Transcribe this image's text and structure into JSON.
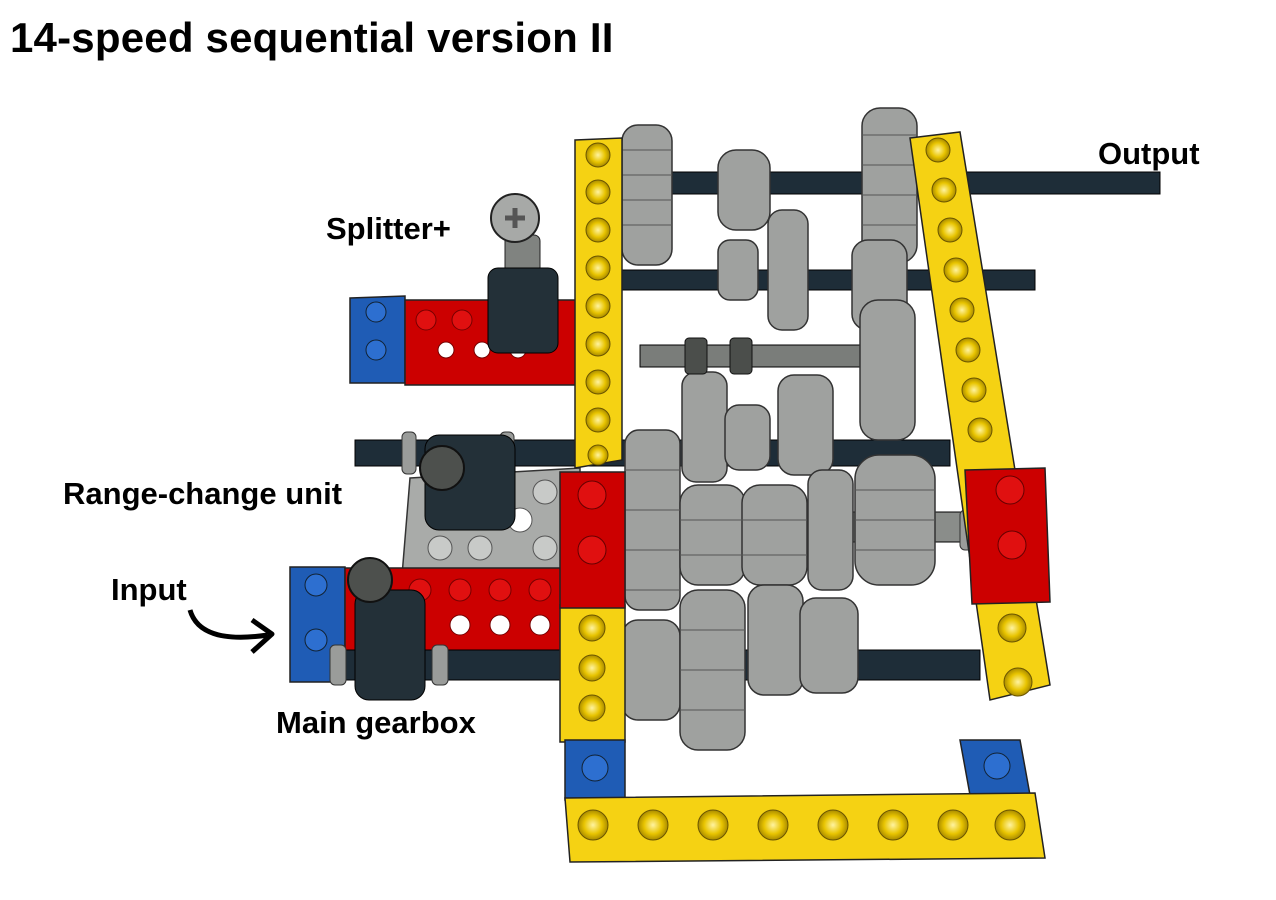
{
  "title": "14-speed sequential version II",
  "labels": {
    "output": "Output",
    "splitter": "Splitter+",
    "range_change": "Range-change unit",
    "input": "Input",
    "main_gearbox": "Main gearbox"
  },
  "colors": {
    "yellow": "#f5d213",
    "red": "#cc0000",
    "blue": "#1f5cb5",
    "gray": "#9a9c9a",
    "dark_gray": "#5a5d5a",
    "axle": "#1e2d38",
    "light_gray": "#c4c6c4"
  }
}
